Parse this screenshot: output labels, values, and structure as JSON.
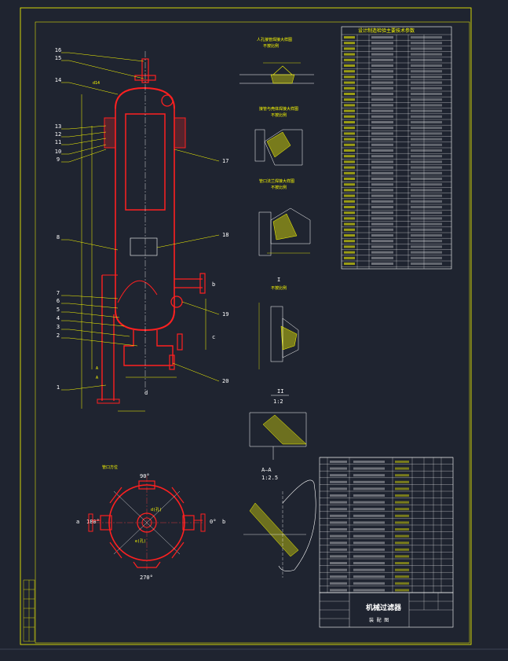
{
  "colors": {
    "background": "#1f2430",
    "frame": "#ffff00",
    "vessel": "#ff2020",
    "leader": "#ffff00",
    "text": "#ffffff",
    "hatch": "#ffff00",
    "centerline": "#ff4040"
  },
  "drawing_title": "机械过滤器",
  "drawing_subtitle": "装 配 图",
  "table_title": "设计制造检验主要技术参数",
  "part_numbers_left": [
    "16",
    "15",
    "14",
    "13",
    "12",
    "11",
    "10",
    "9",
    "8",
    "7",
    "6",
    "5",
    "4",
    "3",
    "2",
    "1"
  ],
  "part_numbers_right": [
    "17",
    "18",
    "19",
    "20"
  ],
  "nozzle_letters": [
    "a",
    "b",
    "c",
    "d",
    "e"
  ],
  "annotation_d14": "d14",
  "detail_I_label": "I",
  "detail_I_scale": "不按比例",
  "detail_II_label": "II",
  "detail_II_scale": "1:2",
  "section_AA_label": "A—A",
  "section_AA_scale": "1:2.5",
  "orientation": {
    "top": "90°",
    "left": "180°",
    "right": "0°",
    "bottom": "270°",
    "left_letter": "a",
    "right_letter": "b",
    "inner_label": "d(孔)",
    "inner_label_2": "e(孔)",
    "title": "管口方位"
  },
  "detail_titles": [
    "人孔接管焊接大样图",
    "接管与壳体焊接大样图",
    "管口法兰焊接大样图"
  ],
  "small_marks": [
    "A",
    "A",
    "b",
    "c",
    "d"
  ]
}
